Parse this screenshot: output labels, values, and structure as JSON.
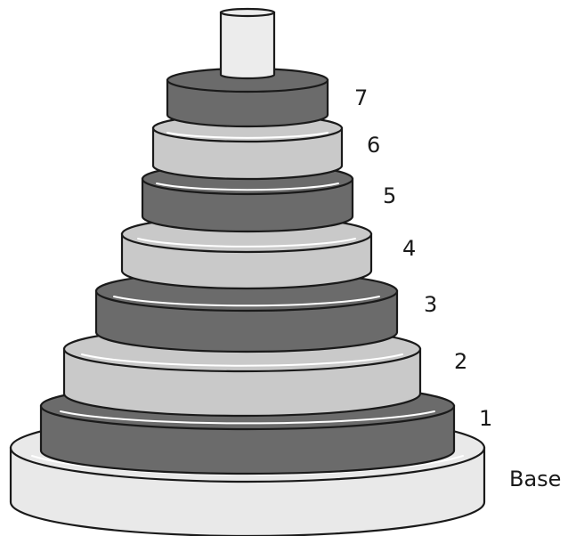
{
  "diagram": {
    "layers": [
      {
        "label": "7",
        "shade": "dark"
      },
      {
        "label": "6",
        "shade": "light"
      },
      {
        "label": "5",
        "shade": "dark"
      },
      {
        "label": "4",
        "shade": "light"
      },
      {
        "label": "3",
        "shade": "dark"
      },
      {
        "label": "2",
        "shade": "light"
      },
      {
        "label": "1",
        "shade": "dark"
      }
    ],
    "base_label": "Base",
    "colors": {
      "dark": "#6b6b6b",
      "light": "#c9c9c9",
      "base": "#e9e9e9",
      "peg": "#ececec",
      "outline": "#1a1a1a"
    }
  }
}
